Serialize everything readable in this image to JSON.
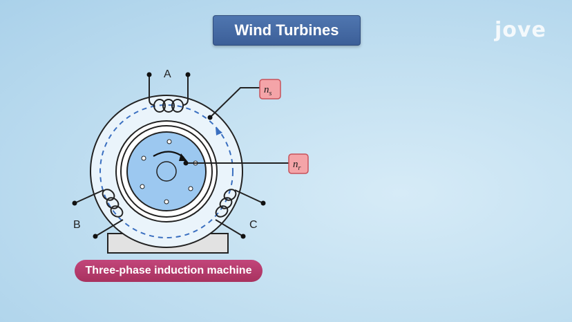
{
  "title": "Wind Turbines",
  "logo": "jove",
  "caption": "Three-phase induction machine",
  "diagram": {
    "phase_labels": {
      "a": "A",
      "b": "B",
      "c": "C"
    },
    "stator_speed": {
      "symbol": "n",
      "subscript": "s"
    },
    "rotor_speed": {
      "symbol": "n",
      "subscript": "r"
    }
  },
  "colors": {
    "title_bg": "#4a70aa",
    "caption_bg": "#b53a6b",
    "rotor_fill": "#9cc8f0",
    "tag_fill": "#f4a4a8",
    "field_line": "#3a6fc0"
  }
}
